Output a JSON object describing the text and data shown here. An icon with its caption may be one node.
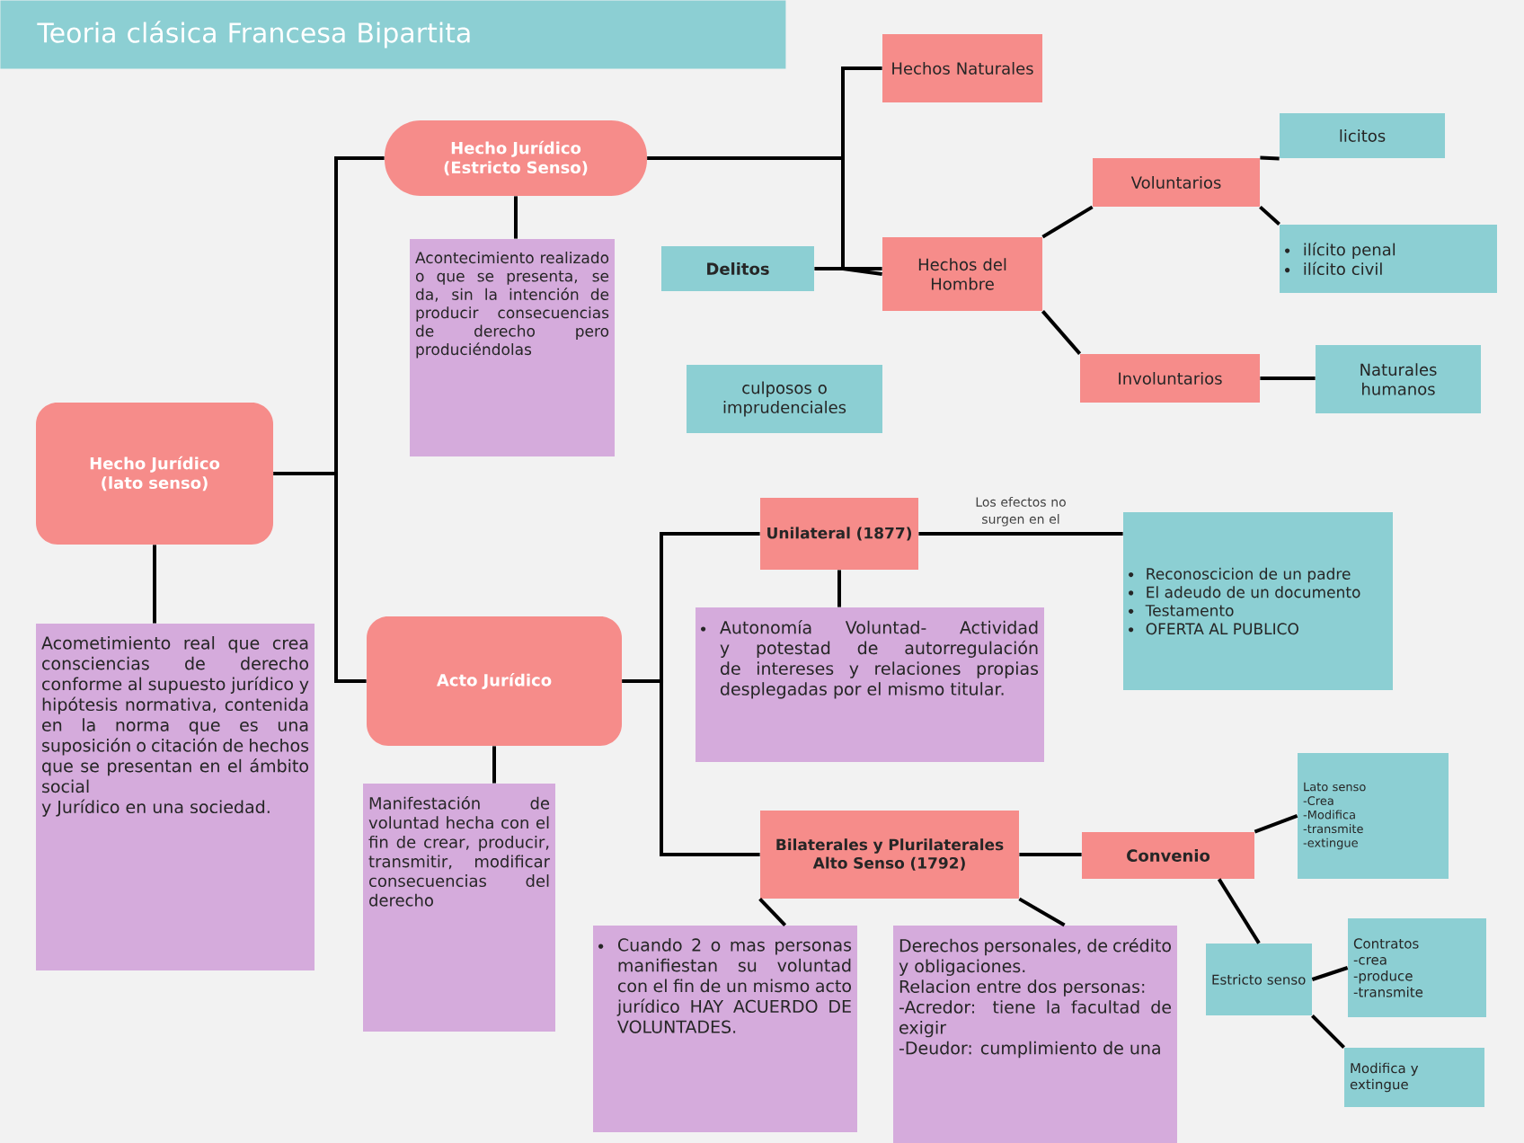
{
  "diagram": {
    "title": "Teoria clásica Francesa Bipartita",
    "nodes": [
      {
        "text": [
          "Hecho Jurídico (lato senso)"
        ]
      },
      {
        "text": [
          "Hecho Jurídico (Estricto Senso)"
        ]
      },
      {
        "text": [
          "Acontecimiento realizado o que se presenta, se da, sin la intención de producir consecuencias de derecho pero produciéndolas"
        ]
      },
      {
        "text": [
          "Delitos"
        ]
      },
      {
        "text": [
          "culposos o imprudenciales"
        ]
      },
      {
        "text": [
          "Hechos Naturales"
        ]
      },
      {
        "text": [
          "Hechos del Hombre"
        ]
      },
      {
        "text": [
          "Voluntarios"
        ]
      },
      {
        "text": [
          "licitos"
        ]
      },
      {
        "text": [
          "ilícito penal",
          "ilícito civil"
        ]
      },
      {
        "text": [
          "Involuntarios"
        ]
      },
      {
        "text": [
          "Naturales humanos"
        ]
      },
      {
        "text": [
          "Acometimiento real que crea consciencias de derecho conforme al supuesto jurídico y hipótesis normativa, contenida en la norma que es una suposición o citación de hechos que se presentan en el ámbito social",
          "y Jurídico en una sociedad."
        ]
      },
      {
        "text": [
          "Acto Jurídico"
        ]
      },
      {
        "text": [
          "Manifestación de voluntad hecha con el fin de crear, producir, transmitir, modificar consecuencias del derecho"
        ]
      },
      {
        "text": [
          "Unilateral (1877)"
        ]
      },
      {
        "text": [
          "Autonomía Voluntad- Actividad y potestad de autorregulación de intereses y relaciones propias desplegadas por el mismo titular."
        ]
      },
      {
        "text": [
          "Reconoscicion de un padre",
          "El adeudo de un documento",
          "Testamento",
          "OFERTA AL PUBLICO"
        ]
      },
      {
        "text": [
          "Bilaterales y Plurilaterales Alto Senso (1792)"
        ]
      },
      {
        "text": [
          "Cuando 2 o mas personas manifiestan su voluntad con el fin de un mismo acto jurídico HAY ACUERDO DE VOLUNTADES."
        ]
      },
      {
        "text": [
          "Derechos personales, de crédito y obligaciones.",
          "Relacion entre dos personas:",
          "-Acredor: tiene la facultad de exigir",
          "-Deudor: cumplimiento de una"
        ]
      },
      {
        "text": [
          "Convenio"
        ]
      },
      {
        "text": [
          "Lato senso",
          "-Crea",
          "-Modifica",
          "-transmite",
          "-extingue"
        ]
      },
      {
        "text": [
          "Estricto senso"
        ]
      },
      {
        "text": [
          "Contratos",
          "-crea",
          "-produce",
          "-transmite"
        ]
      },
      {
        "text": [
          "Modifica y extingue"
        ]
      }
    ],
    "edges": [
      {
        "from": 0,
        "to": 1,
        "arrow": "none"
      },
      {
        "from": 0,
        "to": 13,
        "arrow": "none"
      },
      {
        "from": 0,
        "to": 12,
        "arrow": "none"
      },
      {
        "from": 1,
        "to": 2,
        "arrow": "none"
      },
      {
        "from": 1,
        "to": 5,
        "arrow": "none"
      },
      {
        "from": 1,
        "to": 6,
        "arrow": "none"
      },
      {
        "from": 3,
        "to": 6,
        "arrow": "none"
      },
      {
        "from": 6,
        "to": 7,
        "arrow": "none"
      },
      {
        "from": 6,
        "to": 10,
        "arrow": "none"
      },
      {
        "from": 7,
        "to": 8,
        "arrow": "none"
      },
      {
        "from": 7,
        "to": 9,
        "arrow": "none"
      },
      {
        "from": 10,
        "to": 11,
        "arrow": "none"
      },
      {
        "from": 13,
        "to": 14,
        "arrow": "none"
      },
      {
        "from": 13,
        "to": 15,
        "arrow": "none"
      },
      {
        "from": 13,
        "to": 18,
        "arrow": "none"
      },
      {
        "from": 15,
        "to": 16,
        "arrow": "none"
      },
      {
        "from": 15,
        "to": 17,
        "arrow": "none",
        "label": "Los efectos no surgen en el"
      },
      {
        "from": 18,
        "to": 19,
        "arrow": "none"
      },
      {
        "from": 18,
        "to": 20,
        "arrow": "none"
      },
      {
        "from": 18,
        "to": 21,
        "arrow": "none"
      },
      {
        "from": 21,
        "to": 22,
        "arrow": "none"
      },
      {
        "from": 21,
        "to": 23,
        "arrow": "none"
      },
      {
        "from": 23,
        "to": 24,
        "arrow": "none"
      },
      {
        "from": 23,
        "to": 25,
        "arrow": "none"
      }
    ]
  }
}
